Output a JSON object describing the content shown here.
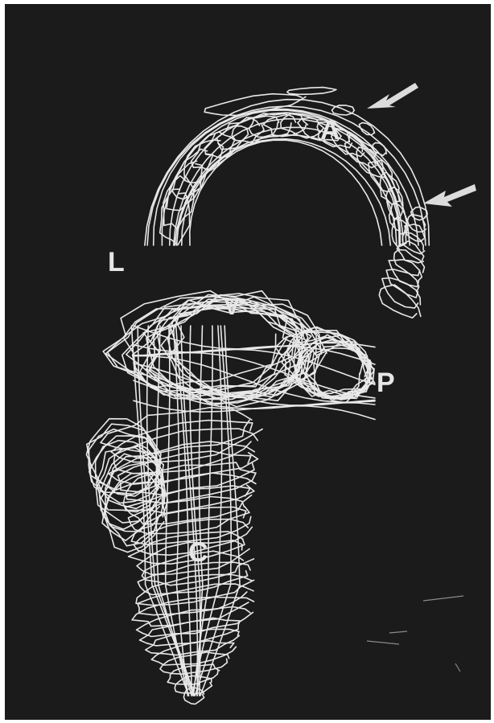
{
  "figure": {
    "background_color": "#1b1b1b",
    "line_color": "#e8e8e8",
    "labels": {
      "a": "A",
      "l": "L",
      "v": "V",
      "p": "P",
      "c": "C"
    },
    "arrow_count": 2
  }
}
